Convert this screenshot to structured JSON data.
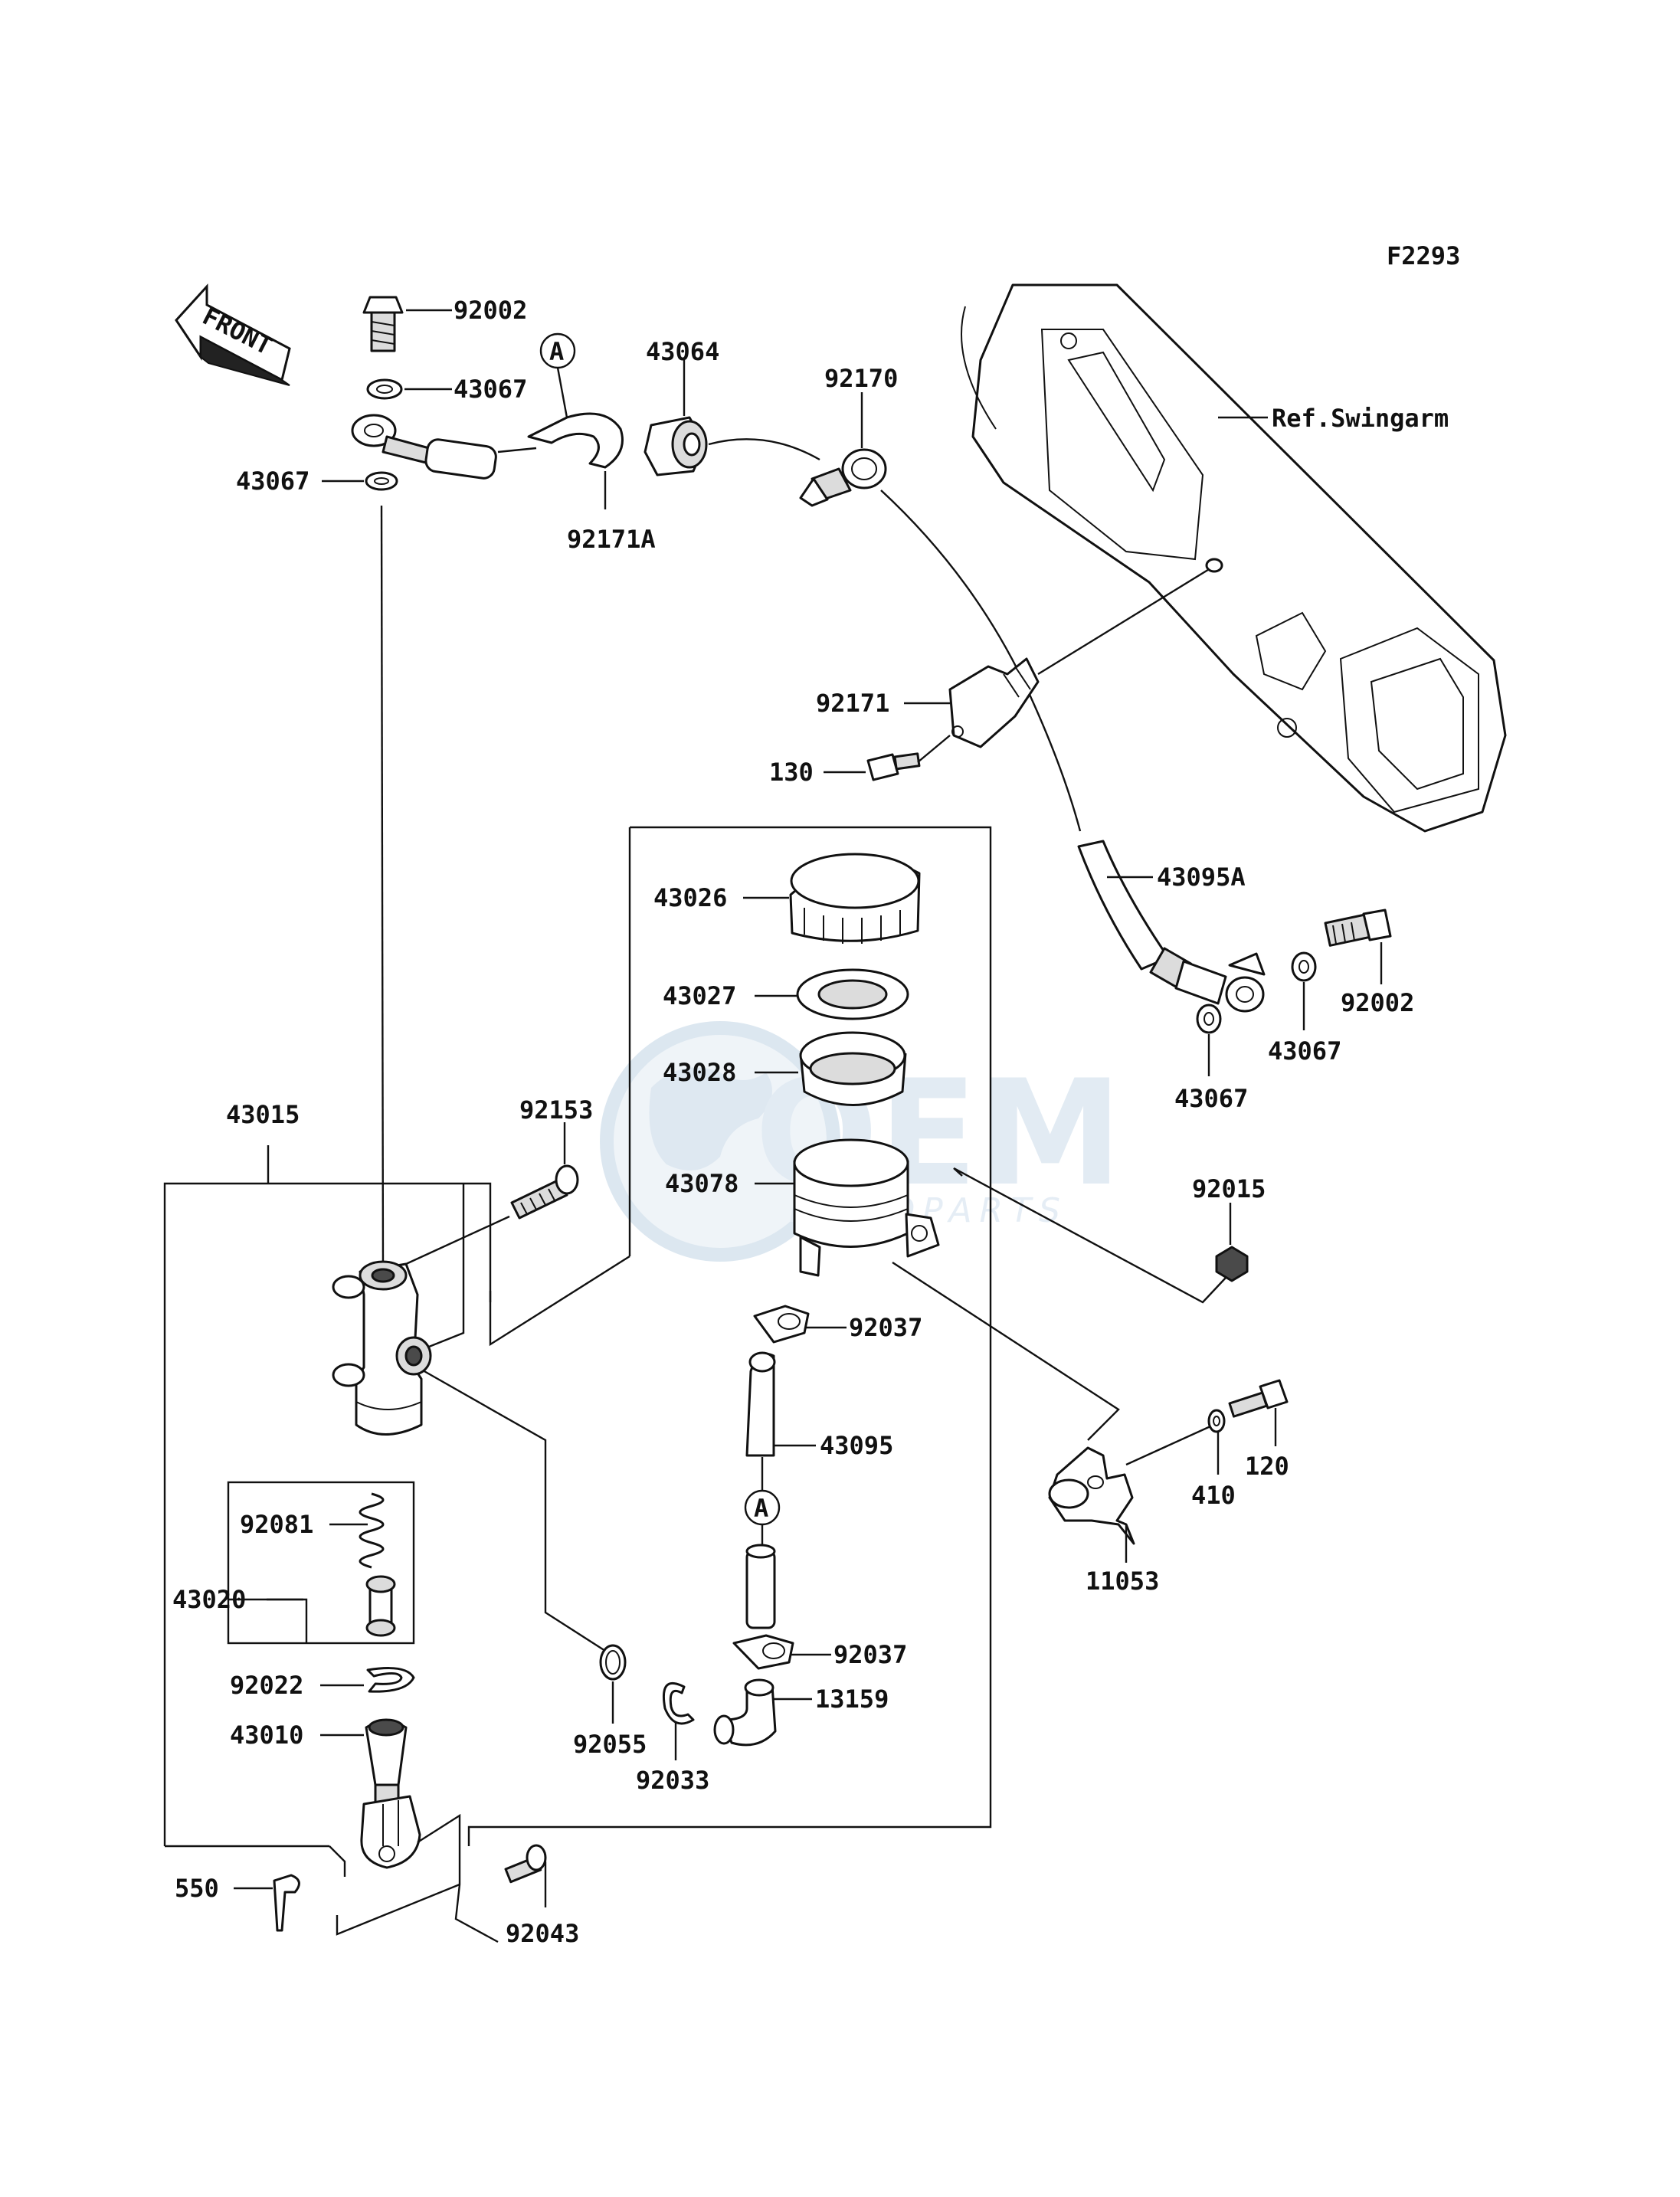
{
  "diagram_id": "F2293",
  "front_label": "FRONT",
  "ref_label": "Ref.Swingarm",
  "watermark": {
    "brand": "OEM",
    "sub": "MOTOPARTS"
  },
  "callouts": {
    "a_top": "A",
    "a_mid": "A"
  },
  "part_numbers": {
    "p92002_top": "92002",
    "p43067_top": "43067",
    "p43067_left": "43067",
    "p92171A": "92171A",
    "p43064": "43064",
    "p92170": "92170",
    "p92171": "92171",
    "p130": "130",
    "p43095A": "43095A",
    "p92002_right": "92002",
    "p43067_right1": "43067",
    "p43067_right2": "43067",
    "p43026": "43026",
    "p43027": "43027",
    "p43028": "43028",
    "p43078": "43078",
    "p92153": "92153",
    "p43015": "43015",
    "p92015": "92015",
    "p92037_top": "92037",
    "p43095": "43095",
    "p92081": "92081",
    "p43020": "43020",
    "p92037_bot": "92037",
    "p13159": "13159",
    "p92022": "92022",
    "p92055": "92055",
    "p92033": "92033",
    "p43010": "43010",
    "p550": "550",
    "p92043": "92043",
    "p410": "410",
    "p120": "120",
    "p11053": "11053"
  }
}
